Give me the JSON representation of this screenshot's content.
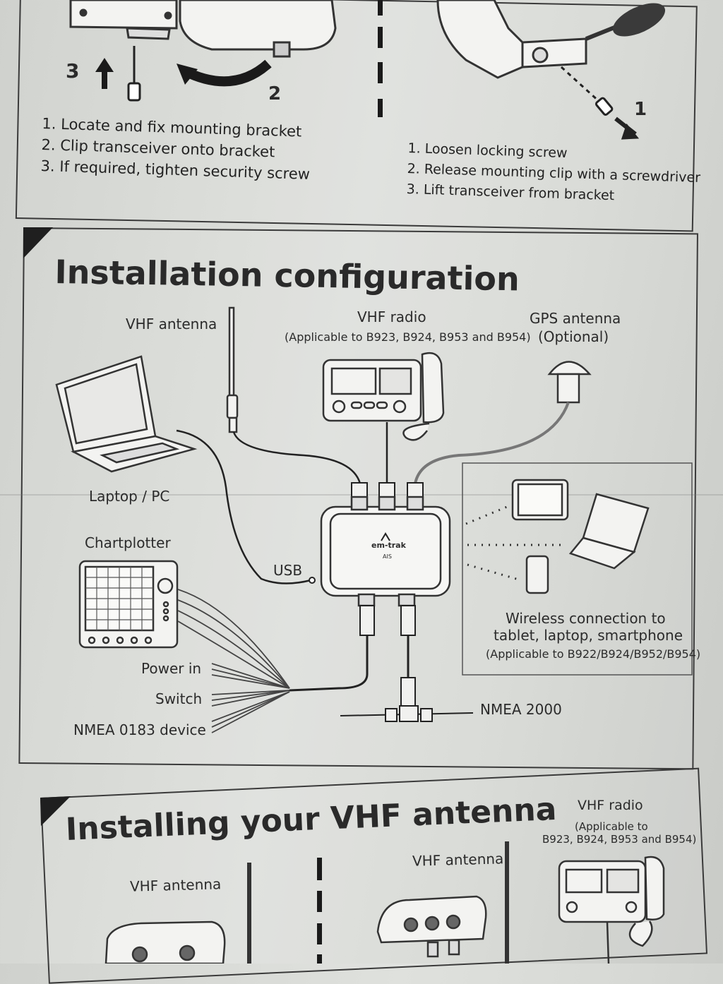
{
  "mounting": {
    "left_callouts": {
      "n3": "3",
      "n2": "2"
    },
    "right_callouts": {
      "n1": "1"
    },
    "left_steps": [
      "1. Locate and fix mounting bracket",
      "2. Clip transceiver onto bracket",
      "3. If required, tighten security screw"
    ],
    "right_steps": [
      "1. Loosen locking screw",
      "2. Release mounting clip with a screwdriver",
      "3. Lift transceiver from bracket"
    ]
  },
  "installation": {
    "title": "Installation configuration",
    "vhf_antenna": "VHF antenna",
    "vhf_radio": "VHF radio",
    "vhf_radio_note": "(Applicable to B923, B924, B953 and B954)",
    "gps_antenna": "GPS antenna",
    "gps_note": "(Optional)",
    "laptop": "Laptop / PC",
    "chartplotter": "Chartplotter",
    "usb": "USB",
    "device_brand": "em-trak",
    "device_model": "AIS",
    "power_in": "Power in",
    "switch": "Switch",
    "nmea0183": "NMEA 0183 device",
    "nmea2000": "NMEA 2000",
    "wireless_line1": "Wireless connection to",
    "wireless_line2": "tablet, laptop, smartphone",
    "wireless_note": "(Applicable to B922/B924/B952/B954)"
  },
  "vhf_install": {
    "title": "Installing your VHF antenna",
    "left_antenna": "VHF antenna",
    "mid_antenna": "VHF antenna",
    "radio": "VHF radio",
    "radio_note_1": "(Applicable to",
    "radio_note_2": "B923, B924, B953 and B954)"
  }
}
